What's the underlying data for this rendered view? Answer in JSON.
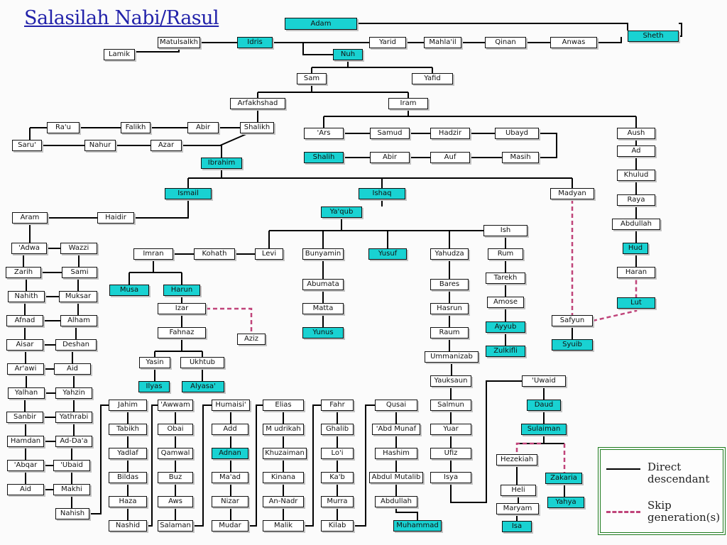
{
  "title": "Salasilah Nabi/Rasul",
  "colors": {
    "prophet": "#19d2d2",
    "normal": "#ffffff",
    "direct_line": "#000000",
    "skip_line": "#c0447a",
    "title": "#2222aa",
    "legend_border": "#1e7b1e"
  },
  "legend": {
    "direct": "Direct descendant",
    "skip": "Skip generation(s)"
  },
  "nodes": {
    "adam": "Adam",
    "sheth": "Sheth",
    "anwas": "Anwas",
    "qinan": "Qinan",
    "mahlail": "Mahla'il",
    "yarid": "Yarid",
    "idris": "Idris",
    "matulsalkh": "Matulsalkh",
    "lamik": "Lamik",
    "nuh": "Nuh",
    "sam": "Sam",
    "yafid": "Yafid",
    "arfakhshad": "Arfakhshad",
    "iram": "Iram",
    "shalikh": "Shalikh",
    "abir1": "Abir",
    "falikh": "Falikh",
    "rau": "Ra'u",
    "saru": "Saru'",
    "nahur": "Nahur",
    "azar": "Azar",
    "ibrahim": "Ibrahim",
    "ars": "'Ars",
    "samud": "Samud",
    "hadzir": "Hadzir",
    "ubayd": "Ubayd",
    "shalih": "Shalih",
    "abir2": "Abir",
    "auf": "Auf",
    "masih": "Masih",
    "aush": "Aush",
    "ad": "Ad",
    "khulud": "Khulud",
    "raya": "Raya",
    "abdullah1": "Abdullah",
    "hud": "Hud",
    "haran": "Haran",
    "lut": "Lut",
    "ismail": "Ismail",
    "ishaq": "Ishaq",
    "madyan": "Madyan",
    "safyun": "Safyun",
    "syuib": "Syuib",
    "haidir": "Haidir",
    "aram": "Aram",
    "adwa": "'Adwa",
    "wazzi": "Wazzi",
    "zarih": "Zarih",
    "sami": "Sami",
    "nahith": "Nahith",
    "muksar": "Muksar",
    "afnad": "Afnad",
    "alham": "Alham",
    "aisar": "Aisar",
    "deshan": "Deshan",
    "arawi": "Ar'awi",
    "aid1": "Aid",
    "yalhan": "Yalhan",
    "yahzin": "Yahzin",
    "sanbir": "Sanbir",
    "yathrabi": "Yathrabi",
    "hamdan": "Hamdan",
    "adda": "Ad-Da'a",
    "abqar": "'Abqar",
    "ubaid": "'Ubaid",
    "aid2": "Aid",
    "makhi": "Makhi",
    "nahish": "Nahish",
    "yaqub": "Ya'qub",
    "levi": "Levi",
    "kohath": "Kohath",
    "imran": "Imran",
    "musa": "Musa",
    "harun": "Harun",
    "izar": "Izar",
    "aziz": "Aziz",
    "fahnaz": "Fahnaz",
    "yasin": "Yasin",
    "ukhtub": "Ukhtub",
    "ilyas": "Ilyas",
    "alyasa": "Alyasa'",
    "bunyamin": "Bunyamin",
    "abumata": "Abumata",
    "matta": "Matta",
    "yunus": "Yunus",
    "yusuf": "Yusuf",
    "yahudza": "Yahudza",
    "bares": "Bares",
    "hasrun": "Hasrun",
    "raum": "Raum",
    "ummanizab": "Ummanizab",
    "yauksaun": "Yauksaun",
    "salmun": "Salmun",
    "yuar": "Yuar",
    "ufiz": "Ufiz",
    "isya": "Isya",
    "ish": "Ish",
    "rum": "Rum",
    "tarekh": "Tarekh",
    "amose": "Amose",
    "ayyub": "Ayyub",
    "zulkifli": "Zulkifli",
    "uwaid": "'Uwaid",
    "daud": "Daud",
    "sulaiman": "Sulaiman",
    "hezekiah": "Hezekiah",
    "heli": "Heli",
    "maryam": "Maryam",
    "isa": "Isa",
    "zakaria": "Zakaria",
    "yahya": "Yahya",
    "jahim": "Jahim",
    "tabikh": "Tabikh",
    "yadlaf": "Yadlaf",
    "bildas": "Bildas",
    "haza": "Haza",
    "nashid": "Nashid",
    "awwam": "'Awwam",
    "obai": "Obai",
    "qamwal": "Qamwal",
    "buz": "Buz",
    "aws": "Aws",
    "salaman": "Salaman",
    "humaisi": "Humaisi'",
    "add": "Add",
    "adnan": "Adnan",
    "maad": "Ma'ad",
    "nizar": "Nizar",
    "mudar": "Mudar",
    "elias": "Elias",
    "mudrikah": "M udrikah",
    "khuzaiman": "Khuzaiman",
    "kinana": "Kinana",
    "annadr": "An-Nadr",
    "malik": "Malik",
    "fahr": "Fahr",
    "ghalib": "Ghalib",
    "loi": "Lo'i",
    "kab": "Ka'b",
    "murra": "Murra",
    "kilab": "Kilab",
    "qusai": "Qusai",
    "abdmunaf": "'Abd Munaf",
    "hashim": "Hashim",
    "abdulmutalib": "Abdul Mutalib",
    "abdullah2": "Abdullah",
    "muhammad": "Muhammad"
  }
}
